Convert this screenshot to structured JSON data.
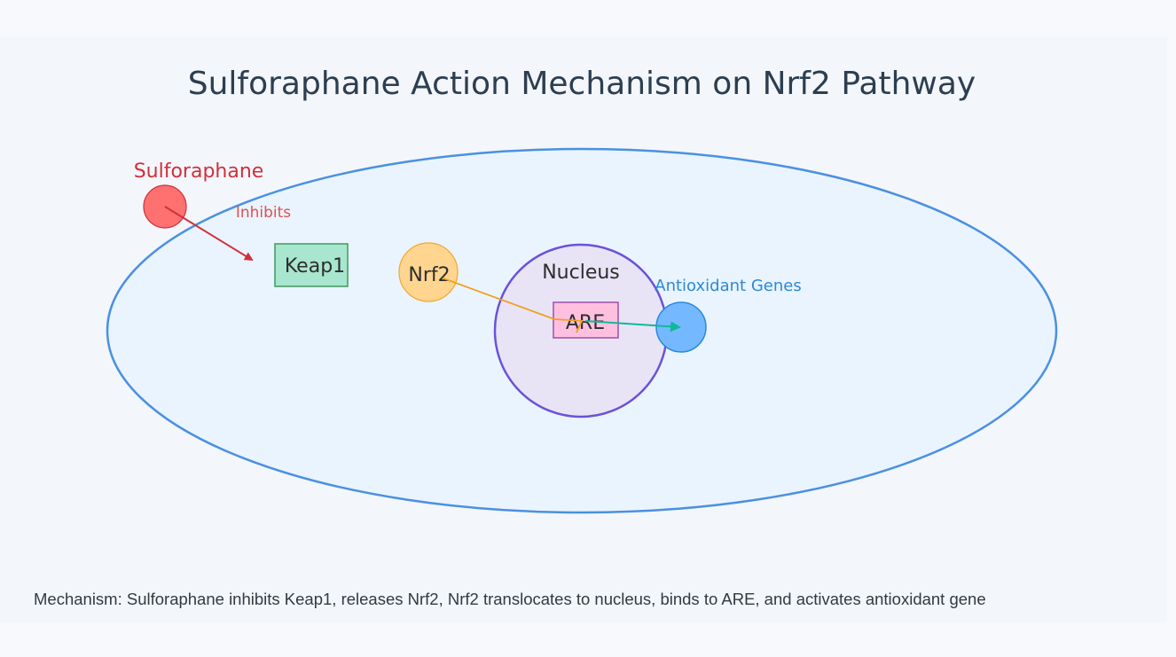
{
  "title": "Sulforaphane Action Mechanism on Nrf2 Pathway",
  "nodes": {
    "sulforaphane": "Sulforaphane",
    "inhibits": "Inhibits",
    "keap1": "Keap1",
    "nrf2": "Nrf2",
    "nucleus": "Nucleus",
    "are": "ARE",
    "antioxidant_genes": "Antioxidant Genes"
  },
  "caption": "Mechanism: Sulforaphane inhibits Keap1, releases Nrf2, Nrf2 translocates to nucleus, binds to ARE, and activates antioxidant gene",
  "colors": {
    "cell_stroke": "#4a90e2",
    "cell_fill": "#eaf4fe",
    "nucleus_stroke": "#6a52d9",
    "nucleus_fill": "#e8e4f6",
    "sulforaphane": "#ff7070",
    "inhibit_arrow": "#d0303a",
    "keap1": "#a8e6cf",
    "nrf2": "#ffd58f",
    "are": "#ffc0e0",
    "antioxidant": "#74b9ff",
    "activate_arrow": "#10b89a"
  }
}
